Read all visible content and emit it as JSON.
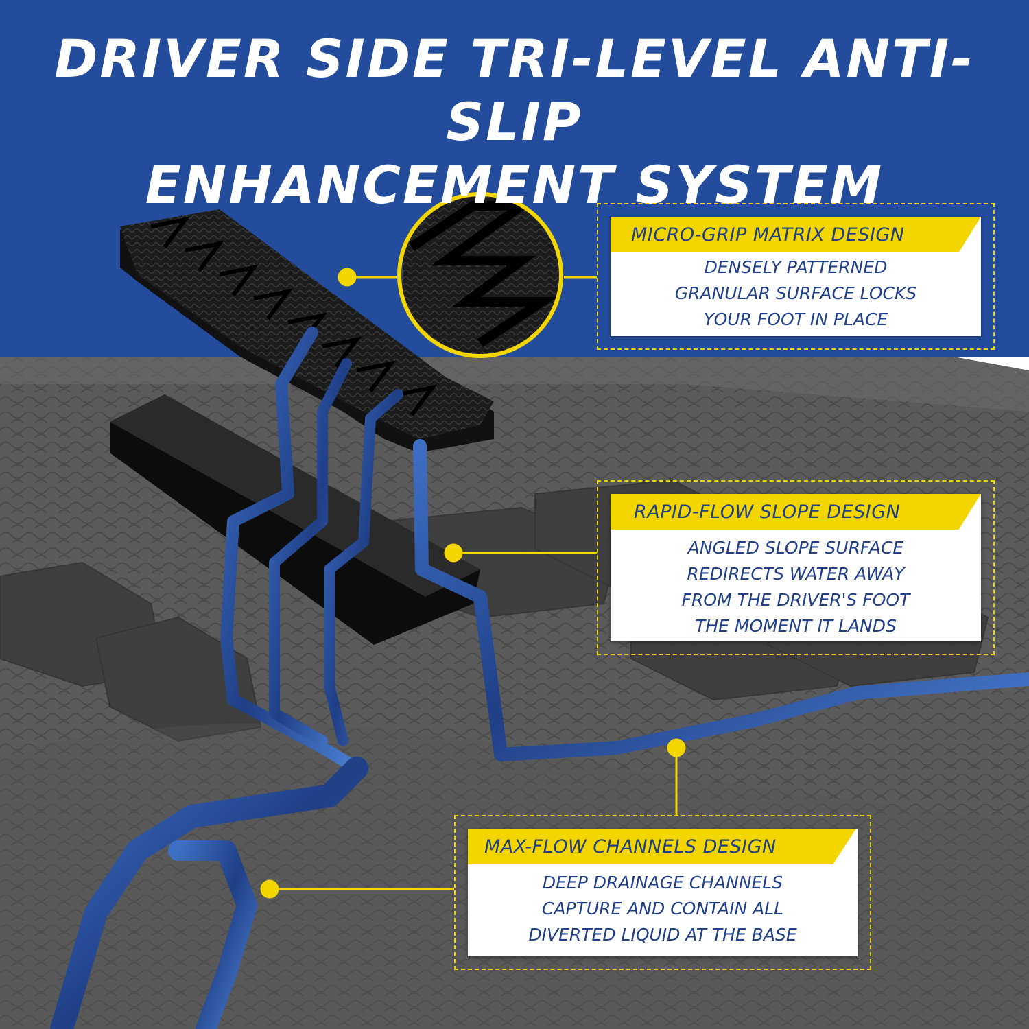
{
  "title": {
    "line1": "DRIVER SIDE TRI-LEVEL ANTI-SLIP",
    "line2": "ENHANCEMENT SYSTEM"
  },
  "callouts": [
    {
      "heading": "MICRO-GRIP MATRIX DESIGN",
      "lines": [
        "DENSELY PATTERNED",
        "GRANULAR SURFACE LOCKS",
        "YOUR FOOT IN PLACE"
      ]
    },
    {
      "heading": "RAPID-FLOW SLOPE DESIGN",
      "lines": [
        "ANGLED SLOPE SURFACE",
        "REDIRECTS WATER AWAY",
        "FROM THE DRIVER'S FOOT",
        "THE MOMENT IT LANDS"
      ]
    },
    {
      "heading": "MAX-FLOW CHANNELS DESIGN",
      "lines": [
        "DEEP DRAINAGE CHANNELS",
        "CAPTURE AND CONTAIN ALL",
        "DIVERTED LIQUID AT THE BASE"
      ]
    }
  ],
  "colors": {
    "banner": "#234c9c",
    "accent_yellow": "#f3d500",
    "text_blue": "#1f3f8a",
    "mat_gray": "#5f5f5f",
    "water_blue": "#2f5aa8"
  }
}
